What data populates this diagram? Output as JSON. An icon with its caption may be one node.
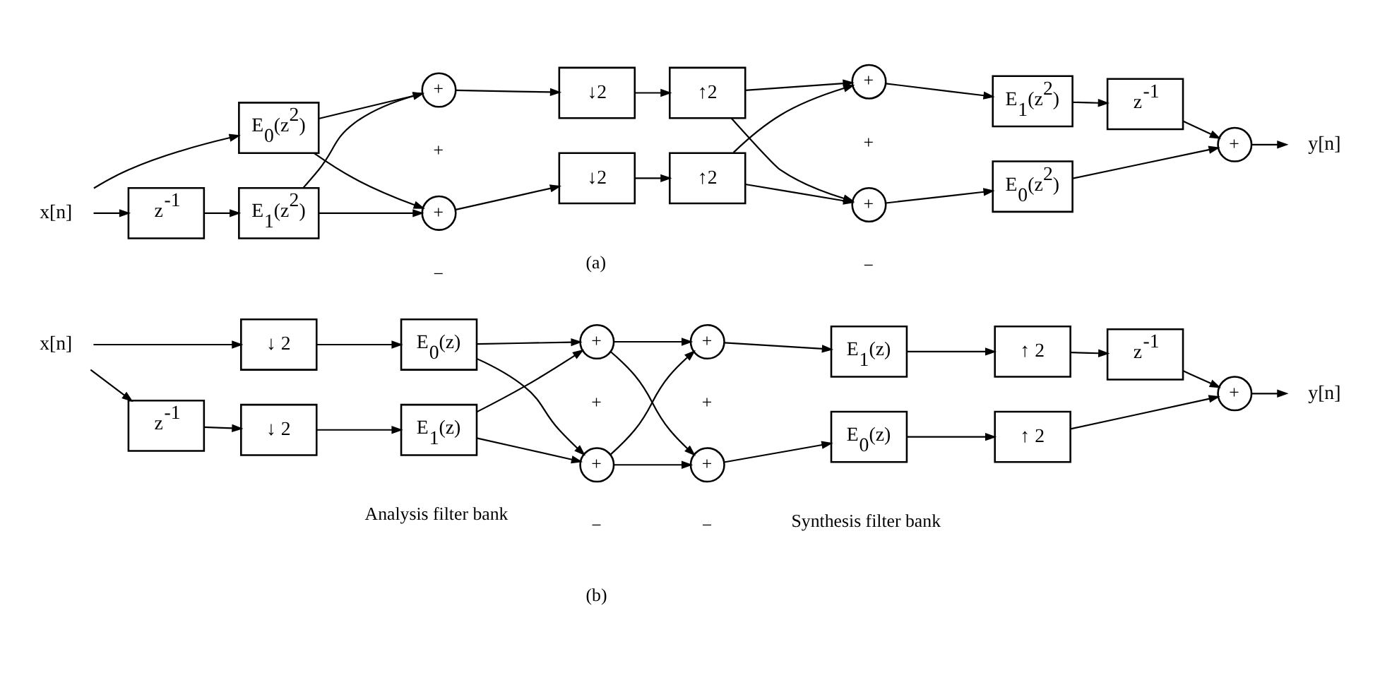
{
  "diagram": {
    "nodes": [
      {
        "text": [
          "x[n]"
        ]
      },
      {
        "text": [
          "E$_{0}$(z$^{2}$)"
        ]
      },
      {
        "text": [
          "z$^{-1}$"
        ]
      },
      {
        "text": [
          "E$_{1}$(z$^{2}$)"
        ]
      },
      {
        "text": [
          "+"
        ]
      },
      {
        "text": [
          "+"
        ],
        "beside": [
          "+",
          "−"
        ]
      },
      {
        "text": [
          "↓2"
        ]
      },
      {
        "text": [
          "↓2"
        ]
      },
      {
        "text": [
          "↑2"
        ]
      },
      {
        "text": [
          "↑2"
        ]
      },
      {
        "text": [
          "+"
        ]
      },
      {
        "text": [
          "+"
        ],
        "beside": [
          "+",
          "−"
        ]
      },
      {
        "text": [
          "E$_{1}$(z$^{2}$)"
        ]
      },
      {
        "text": [
          "E$_{0}$(z$^{2}$)"
        ]
      },
      {
        "text": [
          "z$^{-1}$"
        ]
      },
      {
        "text": [
          "+"
        ]
      },
      {
        "text": [
          "y[n]"
        ]
      },
      {
        "text": [
          "x[n]"
        ]
      },
      {
        "text": [
          "↓ 2"
        ]
      },
      {
        "text": [
          "z$^{-1}$"
        ]
      },
      {
        "text": [
          "↓ 2"
        ]
      },
      {
        "text": [
          "E$_{0}$(z)"
        ]
      },
      {
        "text": [
          "E$_{1}$(z)"
        ]
      },
      {
        "text": [
          "+"
        ]
      },
      {
        "text": [
          "+"
        ],
        "beside": [
          "+",
          "−"
        ]
      },
      {
        "text": [
          "+"
        ]
      },
      {
        "text": [
          "+"
        ],
        "beside": [
          "+",
          "−"
        ]
      },
      {
        "text": [
          "E$_{1}$(z)"
        ]
      },
      {
        "text": [
          "E$_{0}$(z)"
        ]
      },
      {
        "text": [
          "↑ 2"
        ]
      },
      {
        "text": [
          "↑ 2"
        ]
      },
      {
        "text": [
          "z$^{-1}$"
        ]
      },
      {
        "text": [
          "+"
        ]
      },
      {
        "text": [
          "y[n]"
        ]
      }
    ],
    "edges": [
      {
        "from": 0,
        "to": 1,
        "arrow": "to"
      },
      {
        "from": 0,
        "to": 2,
        "arrow": "to"
      },
      {
        "from": 2,
        "to": 3,
        "arrow": "to"
      },
      {
        "from": 1,
        "to": 4,
        "arrow": "to"
      },
      {
        "from": 1,
        "to": 5,
        "arrow": "to"
      },
      {
        "from": 3,
        "to": 4,
        "arrow": "to"
      },
      {
        "from": 3,
        "to": 5,
        "arrow": "to"
      },
      {
        "from": 4,
        "to": 6,
        "arrow": "to"
      },
      {
        "from": 5,
        "to": 7,
        "arrow": "to"
      },
      {
        "from": 6,
        "to": 8,
        "arrow": "to"
      },
      {
        "from": 7,
        "to": 9,
        "arrow": "to"
      },
      {
        "from": 8,
        "to": 10,
        "arrow": "to"
      },
      {
        "from": 8,
        "to": 11,
        "arrow": "to"
      },
      {
        "from": 9,
        "to": 10,
        "arrow": "to"
      },
      {
        "from": 9,
        "to": 11,
        "arrow": "to"
      },
      {
        "from": 10,
        "to": 12,
        "arrow": "to"
      },
      {
        "from": 11,
        "to": 13,
        "arrow": "to"
      },
      {
        "from": 12,
        "to": 14,
        "arrow": "to"
      },
      {
        "from": 14,
        "to": 15,
        "arrow": "to"
      },
      {
        "from": 13,
        "to": 15,
        "arrow": "to"
      },
      {
        "from": 15,
        "to": 16,
        "arrow": "to"
      },
      {
        "from": 17,
        "to": 18,
        "arrow": "to"
      },
      {
        "from": 17,
        "to": 19,
        "arrow": "to"
      },
      {
        "from": 19,
        "to": 20,
        "arrow": "to"
      },
      {
        "from": 18,
        "to": 21,
        "arrow": "to"
      },
      {
        "from": 20,
        "to": 22,
        "arrow": "to"
      },
      {
        "from": 21,
        "to": 23,
        "arrow": "to"
      },
      {
        "from": 21,
        "to": 24,
        "arrow": "to"
      },
      {
        "from": 22,
        "to": 23,
        "arrow": "to"
      },
      {
        "from": 22,
        "to": 24,
        "arrow": "to"
      },
      {
        "from": 23,
        "to": 25,
        "arrow": "to"
      },
      {
        "from": 23,
        "to": 26,
        "arrow": "to"
      },
      {
        "from": 24,
        "to": 25,
        "arrow": "to"
      },
      {
        "from": 24,
        "to": 26,
        "arrow": "to"
      },
      {
        "from": 25,
        "to": 27,
        "arrow": "to"
      },
      {
        "from": 26,
        "to": 28,
        "arrow": "to"
      },
      {
        "from": 27,
        "to": 29,
        "arrow": "to"
      },
      {
        "from": 28,
        "to": 30,
        "arrow": "to"
      },
      {
        "from": 29,
        "to": 31,
        "arrow": "to"
      },
      {
        "from": 31,
        "to": 32,
        "arrow": "to"
      },
      {
        "from": 30,
        "to": 32,
        "arrow": "to"
      },
      {
        "from": 32,
        "to": 33,
        "arrow": "to"
      }
    ],
    "labels": [
      "(a)",
      "Analysis filter bank",
      "Synthesis filter bank",
      "(b)"
    ]
  }
}
